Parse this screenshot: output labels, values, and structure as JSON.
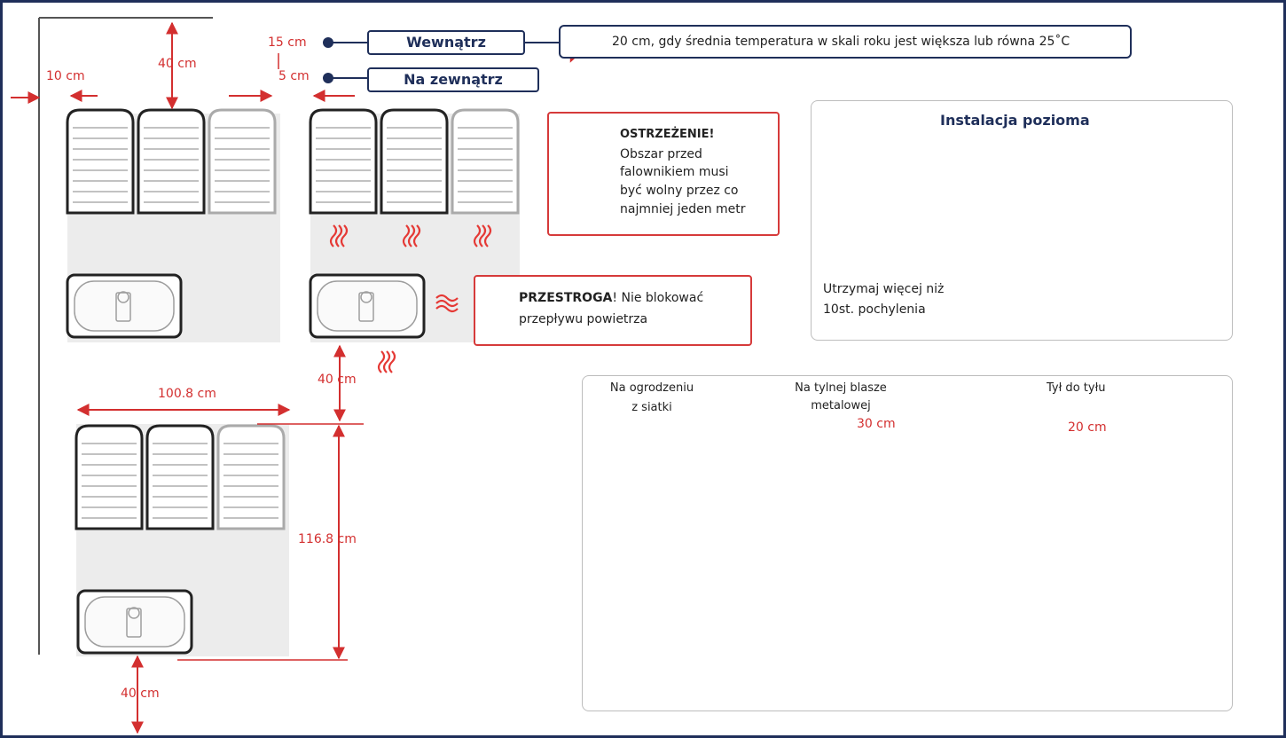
{
  "dimensions": {
    "left_margin": "10 cm",
    "top_margin": "40 cm",
    "indoor_gap": "15 cm",
    "outdoor_gap": "5 cm",
    "below_gap": "40 cm",
    "group_width": "100.8 cm",
    "group_height": "116.8 cm",
    "bottom_gap": "40 cm"
  },
  "legend": {
    "indoor_label": "Wewnątrz",
    "outdoor_label": "Na zewnątrz",
    "temp_note": "20 cm, gdy średnia temperatura w skali roku jest większa lub równa 25˚C"
  },
  "warning": {
    "title": "OSTRZEŻENIE!",
    "lines": [
      "Obszar przed",
      "falownikiem musi",
      "być wolny przez co",
      "najmniej jeden metr"
    ]
  },
  "caution": {
    "title": "PRZESTROGA",
    "text_line1": "! Nie blokować",
    "text_line2": "przepływu powietrza"
  },
  "horizontal": {
    "title": "Instalacja pozioma",
    "tilt_line1": "Utrzymaj więcej niż",
    "tilt_line2": "10st. pochylenia"
  },
  "mounting": {
    "fence_line1": "Na ogrodzeniu",
    "fence_line2": "z siatki",
    "sheet_line1": "Na tylnej blasze",
    "sheet_line2": "metalowej",
    "sheet_gap": "30 cm",
    "back_title": "Tył  do tyłu",
    "back_gap": "20 cm"
  },
  "colors": {
    "accent_red": "#d32f2f",
    "navy": "#1f2f5a",
    "zone_gray": "#ececec"
  }
}
